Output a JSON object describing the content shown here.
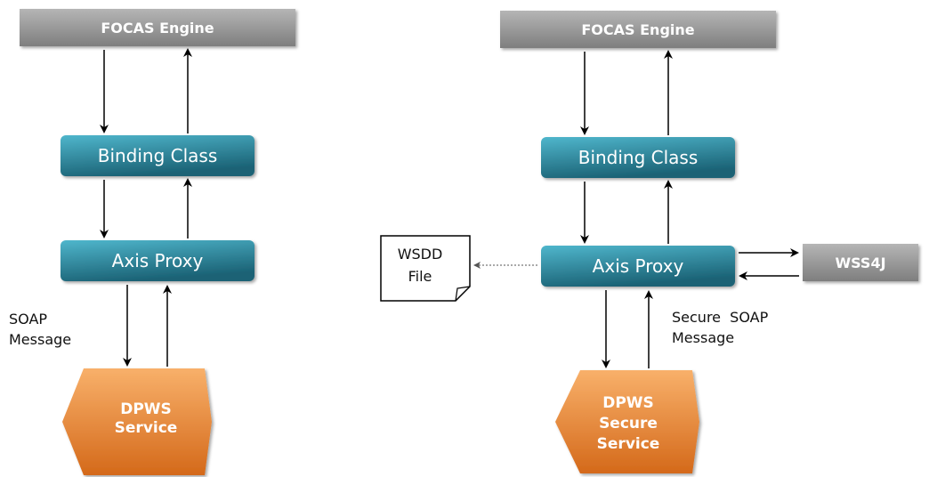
{
  "left_diagram": {
    "engine": "FOCAS Engine",
    "binding_class": "Binding Class",
    "axis_proxy": "Axis Proxy",
    "message_line1": "SOAP",
    "message_line2": "Message",
    "service_line1": "DPWS",
    "service_line2": "Service"
  },
  "right_diagram": {
    "engine": "FOCAS Engine",
    "binding_class": "Binding Class",
    "axis_proxy": "Axis Proxy",
    "message_line1": "Secure  SOAP",
    "message_line2": "Message",
    "service_line1": "DPWS",
    "service_line2": "Secure",
    "service_line3": "Service",
    "wsdd_line1": "WSDD",
    "wsdd_line2": "File",
    "wss4j": "WSS4J"
  },
  "colors": {
    "engine_gray": "#9a9a9a",
    "box_blue_light": "#3ea6bf",
    "box_blue_dark": "#1f6b80",
    "hex_orange_light": "#f6a55a",
    "hex_orange_dark": "#d96f1f"
  }
}
